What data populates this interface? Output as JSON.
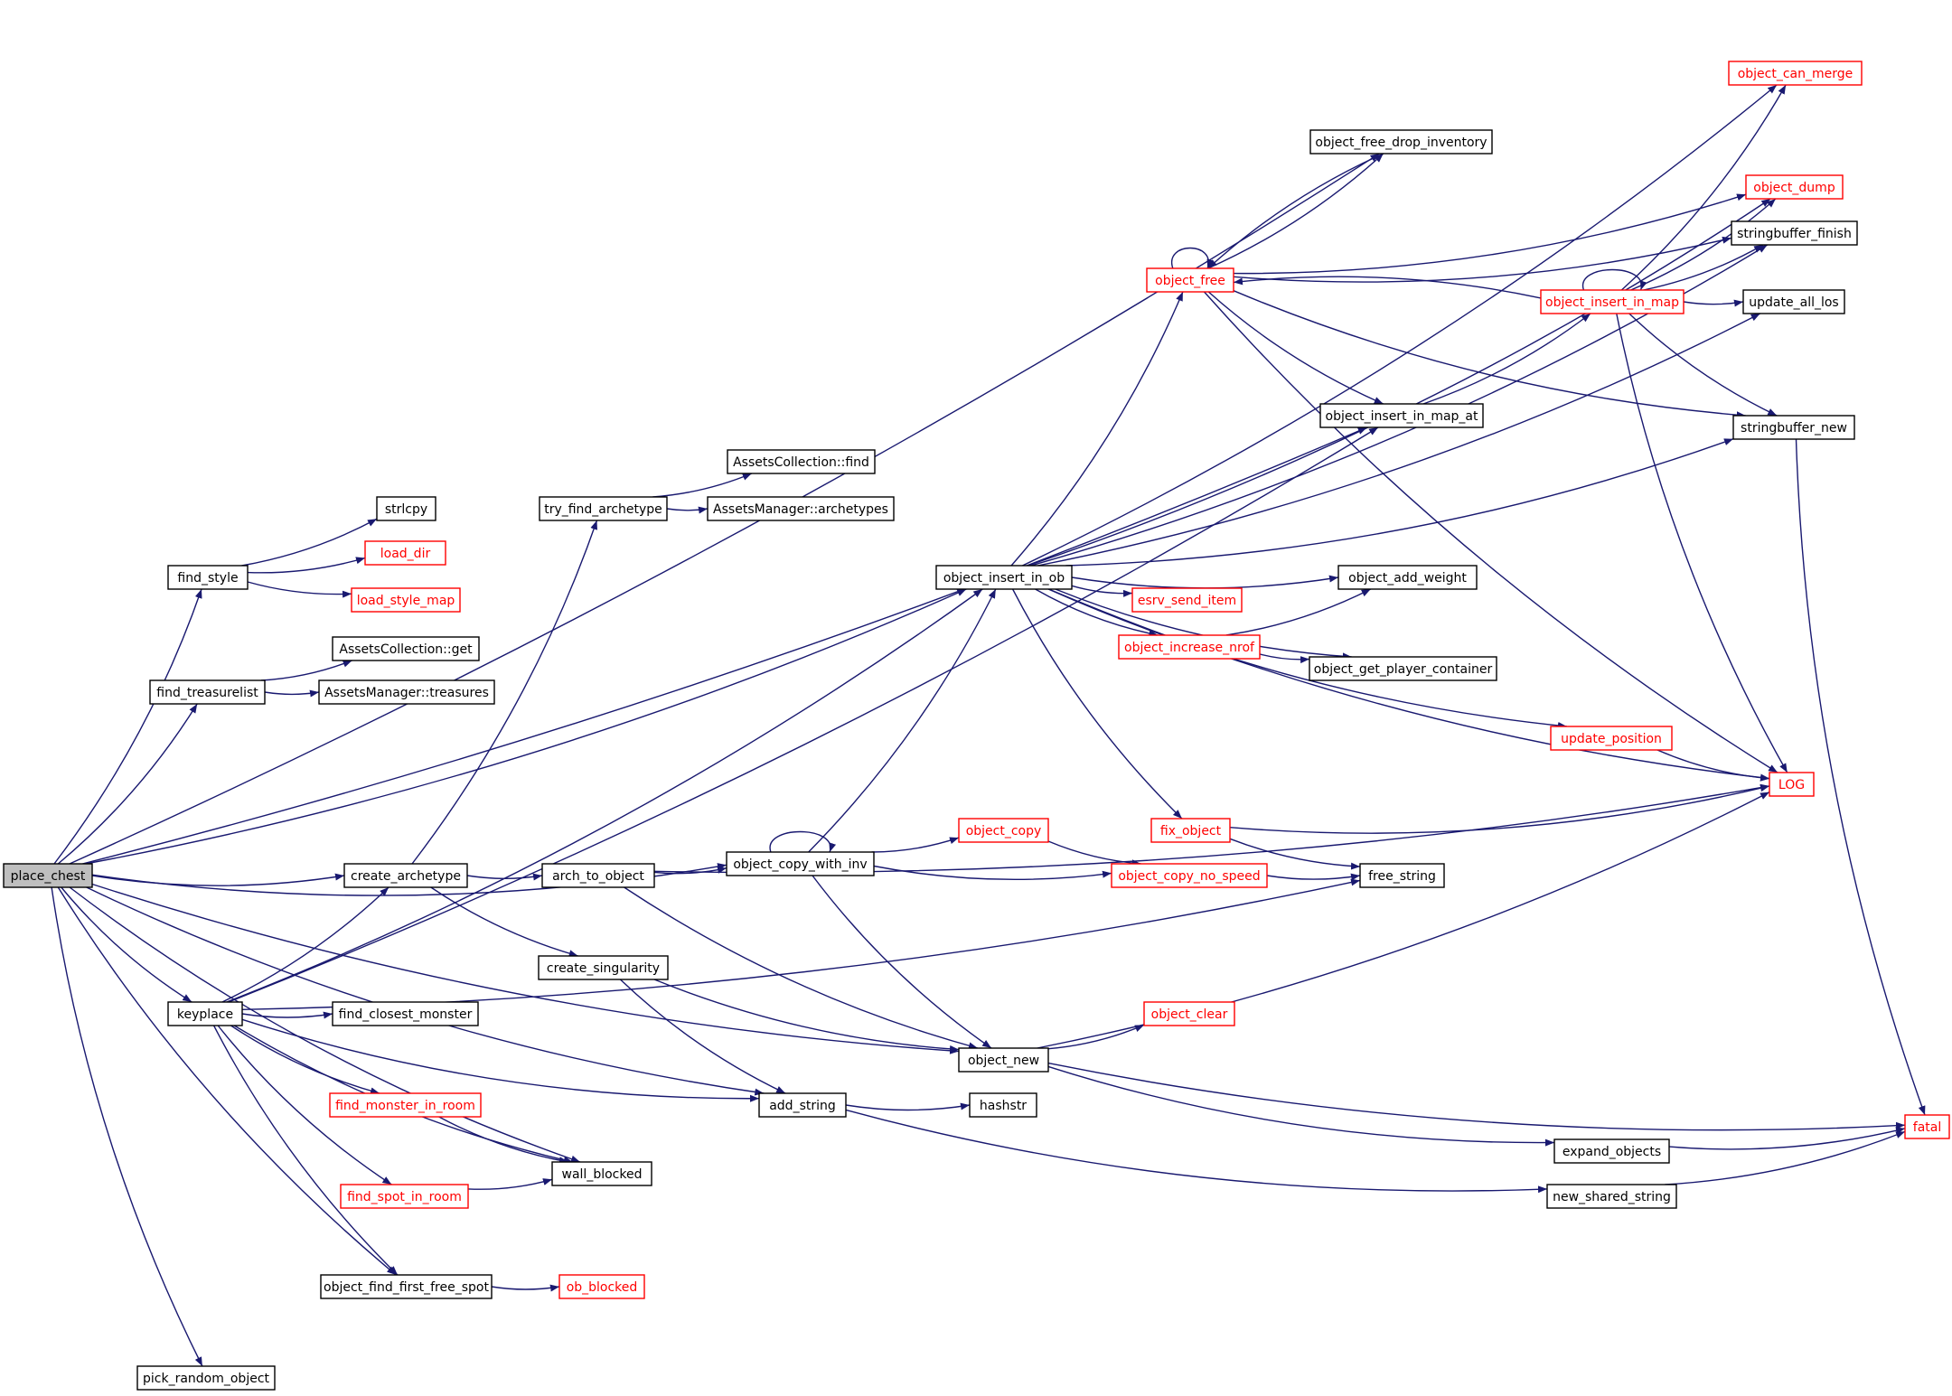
{
  "graph": {
    "root": "place_chest",
    "colors": {
      "edge": "#191970",
      "root_fill": "#bfbfbf",
      "node_border": "#000000",
      "truncated_border": "#ff0000"
    },
    "nodes": [
      {
        "id": "place_chest",
        "label": "place_chest",
        "status": "root"
      },
      {
        "id": "object_can_merge",
        "label": "object_can_merge",
        "status": "truncated"
      },
      {
        "id": "object_free_drop_inventory",
        "label": "object_free_drop_inventory",
        "status": "normal"
      },
      {
        "id": "object_dump",
        "label": "object_dump",
        "status": "truncated"
      },
      {
        "id": "stringbuffer_finish",
        "label": "stringbuffer_finish",
        "status": "normal"
      },
      {
        "id": "object_free",
        "label": "object_free",
        "status": "truncated"
      },
      {
        "id": "object_insert_in_map",
        "label": "object_insert_in_map",
        "status": "truncated"
      },
      {
        "id": "update_all_los",
        "label": "update_all_los",
        "status": "normal"
      },
      {
        "id": "object_insert_in_map_at",
        "label": "object_insert_in_map_at",
        "status": "normal"
      },
      {
        "id": "stringbuffer_new",
        "label": "stringbuffer_new",
        "status": "normal"
      },
      {
        "id": "AssetsCollection_find",
        "label": "AssetsCollection::find",
        "status": "normal"
      },
      {
        "id": "strlcpy",
        "label": "strlcpy",
        "status": "normal"
      },
      {
        "id": "try_find_archetype",
        "label": "try_find_archetype",
        "status": "normal"
      },
      {
        "id": "AssetsManager_archetypes",
        "label": "AssetsManager::archetypes",
        "status": "normal"
      },
      {
        "id": "load_dir",
        "label": "load_dir",
        "status": "truncated"
      },
      {
        "id": "find_style",
        "label": "find_style",
        "status": "normal"
      },
      {
        "id": "object_insert_in_ob",
        "label": "object_insert_in_ob",
        "status": "normal"
      },
      {
        "id": "object_add_weight",
        "label": "object_add_weight",
        "status": "normal"
      },
      {
        "id": "load_style_map",
        "label": "load_style_map",
        "status": "truncated"
      },
      {
        "id": "esrv_send_item",
        "label": "esrv_send_item",
        "status": "truncated"
      },
      {
        "id": "AssetsCollection_get",
        "label": "AssetsCollection::get",
        "status": "normal"
      },
      {
        "id": "object_increase_nrof",
        "label": "object_increase_nrof",
        "status": "truncated"
      },
      {
        "id": "find_treasurelist",
        "label": "find_treasurelist",
        "status": "normal"
      },
      {
        "id": "AssetsManager_treasures",
        "label": "AssetsManager::treasures",
        "status": "normal"
      },
      {
        "id": "object_get_player_container",
        "label": "object_get_player_container",
        "status": "normal"
      },
      {
        "id": "update_position",
        "label": "update_position",
        "status": "truncated"
      },
      {
        "id": "LOG",
        "label": "LOG",
        "status": "truncated"
      },
      {
        "id": "object_copy",
        "label": "object_copy",
        "status": "truncated"
      },
      {
        "id": "fix_object",
        "label": "fix_object",
        "status": "truncated"
      },
      {
        "id": "object_copy_with_inv",
        "label": "object_copy_with_inv",
        "status": "normal"
      },
      {
        "id": "create_archetype",
        "label": "create_archetype",
        "status": "normal"
      },
      {
        "id": "arch_to_object",
        "label": "arch_to_object",
        "status": "normal"
      },
      {
        "id": "object_copy_no_speed",
        "label": "object_copy_no_speed",
        "status": "truncated"
      },
      {
        "id": "free_string",
        "label": "free_string",
        "status": "normal"
      },
      {
        "id": "create_singularity",
        "label": "create_singularity",
        "status": "normal"
      },
      {
        "id": "keyplace",
        "label": "keyplace",
        "status": "normal"
      },
      {
        "id": "find_closest_monster",
        "label": "find_closest_monster",
        "status": "normal"
      },
      {
        "id": "object_clear",
        "label": "object_clear",
        "status": "truncated"
      },
      {
        "id": "object_new",
        "label": "object_new",
        "status": "normal"
      },
      {
        "id": "find_monster_in_room",
        "label": "find_monster_in_room",
        "status": "truncated"
      },
      {
        "id": "add_string",
        "label": "add_string",
        "status": "normal"
      },
      {
        "id": "hashstr",
        "label": "hashstr",
        "status": "normal"
      },
      {
        "id": "fatal",
        "label": "fatal",
        "status": "truncated"
      },
      {
        "id": "expand_objects",
        "label": "expand_objects",
        "status": "normal"
      },
      {
        "id": "wall_blocked",
        "label": "wall_blocked",
        "status": "normal"
      },
      {
        "id": "find_spot_in_room",
        "label": "find_spot_in_room",
        "status": "truncated"
      },
      {
        "id": "new_shared_string",
        "label": "new_shared_string",
        "status": "normal"
      },
      {
        "id": "object_find_first_free_spot",
        "label": "object_find_first_free_spot",
        "status": "normal"
      },
      {
        "id": "ob_blocked",
        "label": "ob_blocked",
        "status": "truncated"
      },
      {
        "id": "pick_random_object",
        "label": "pick_random_object",
        "status": "normal"
      }
    ],
    "edges": [
      [
        "place_chest",
        "object_free_drop_inventory"
      ],
      [
        "place_chest",
        "object_insert_in_map_at"
      ],
      [
        "place_chest",
        "object_insert_in_ob"
      ],
      [
        "place_chest",
        "find_style"
      ],
      [
        "place_chest",
        "find_treasurelist"
      ],
      [
        "place_chest",
        "object_copy_with_inv"
      ],
      [
        "place_chest",
        "create_archetype"
      ],
      [
        "place_chest",
        "keyplace"
      ],
      [
        "place_chest",
        "add_string"
      ],
      [
        "place_chest",
        "wall_blocked"
      ],
      [
        "place_chest",
        "object_find_first_free_spot"
      ],
      [
        "place_chest",
        "object_new"
      ],
      [
        "place_chest",
        "pick_random_object"
      ],
      [
        "find_style",
        "strlcpy"
      ],
      [
        "find_style",
        "load_dir"
      ],
      [
        "find_style",
        "load_style_map"
      ],
      [
        "find_treasurelist",
        "AssetsCollection_get"
      ],
      [
        "find_treasurelist",
        "AssetsManager_treasures"
      ],
      [
        "try_find_archetype",
        "AssetsCollection_find"
      ],
      [
        "try_find_archetype",
        "AssetsManager_archetypes"
      ],
      [
        "keyplace",
        "object_insert_in_map_at"
      ],
      [
        "keyplace",
        "object_insert_in_ob"
      ],
      [
        "keyplace",
        "create_archetype"
      ],
      [
        "keyplace",
        "free_string"
      ],
      [
        "keyplace",
        "find_closest_monster"
      ],
      [
        "keyplace",
        "add_string"
      ],
      [
        "keyplace",
        "find_monster_in_room"
      ],
      [
        "keyplace",
        "wall_blocked"
      ],
      [
        "keyplace",
        "find_spot_in_room"
      ],
      [
        "keyplace",
        "object_find_first_free_spot"
      ],
      [
        "create_archetype",
        "try_find_archetype"
      ],
      [
        "create_archetype",
        "arch_to_object"
      ],
      [
        "create_archetype",
        "create_singularity"
      ],
      [
        "arch_to_object",
        "object_copy_with_inv"
      ],
      [
        "arch_to_object",
        "object_new"
      ],
      [
        "arch_to_object",
        "LOG"
      ],
      [
        "create_singularity",
        "add_string"
      ],
      [
        "create_singularity",
        "object_new"
      ],
      [
        "find_monster_in_room",
        "wall_blocked"
      ],
      [
        "find_spot_in_room",
        "wall_blocked"
      ],
      [
        "object_find_first_free_spot",
        "ob_blocked"
      ],
      [
        "object_copy_with_inv",
        "object_copy_with_inv"
      ],
      [
        "object_copy_with_inv",
        "object_insert_in_ob"
      ],
      [
        "object_copy_with_inv",
        "object_copy"
      ],
      [
        "object_copy_with_inv",
        "object_copy_no_speed"
      ],
      [
        "object_copy_with_inv",
        "object_new"
      ],
      [
        "object_copy",
        "object_copy_no_speed"
      ],
      [
        "object_copy_no_speed",
        "free_string"
      ],
      [
        "object_new",
        "object_clear"
      ],
      [
        "object_new",
        "LOG"
      ],
      [
        "object_new",
        "fatal"
      ],
      [
        "object_new",
        "expand_objects"
      ],
      [
        "add_string",
        "hashstr"
      ],
      [
        "add_string",
        "new_shared_string"
      ],
      [
        "expand_objects",
        "fatal"
      ],
      [
        "new_shared_string",
        "fatal"
      ],
      [
        "object_insert_in_ob",
        "object_can_merge"
      ],
      [
        "object_insert_in_ob",
        "object_dump"
      ],
      [
        "object_insert_in_ob",
        "stringbuffer_finish"
      ],
      [
        "object_insert_in_ob",
        "object_free"
      ],
      [
        "object_insert_in_ob",
        "update_all_los"
      ],
      [
        "object_insert_in_ob",
        "stringbuffer_new"
      ],
      [
        "object_insert_in_ob",
        "object_add_weight"
      ],
      [
        "object_insert_in_ob",
        "esrv_send_item"
      ],
      [
        "object_insert_in_ob",
        "object_increase_nrof"
      ],
      [
        "object_insert_in_ob",
        "object_get_player_container"
      ],
      [
        "object_insert_in_ob",
        "update_position"
      ],
      [
        "object_insert_in_ob",
        "LOG"
      ],
      [
        "object_insert_in_ob",
        "fix_object"
      ],
      [
        "object_increase_nrof",
        "object_add_weight"
      ],
      [
        "object_increase_nrof",
        "object_get_player_container"
      ],
      [
        "update_position",
        "LOG"
      ],
      [
        "fix_object",
        "LOG"
      ],
      [
        "fix_object",
        "free_string"
      ],
      [
        "object_free",
        "object_free"
      ],
      [
        "object_free",
        "object_free_drop_inventory"
      ],
      [
        "object_free",
        "object_dump"
      ],
      [
        "object_free",
        "stringbuffer_finish"
      ],
      [
        "object_free",
        "object_insert_in_map_at"
      ],
      [
        "object_free",
        "stringbuffer_new"
      ],
      [
        "object_free",
        "LOG"
      ],
      [
        "object_free_drop_inventory",
        "object_free"
      ],
      [
        "object_insert_in_map_at",
        "object_insert_in_map"
      ],
      [
        "object_insert_in_map",
        "object_insert_in_map"
      ],
      [
        "object_insert_in_map",
        "object_can_merge"
      ],
      [
        "object_insert_in_map",
        "object_dump"
      ],
      [
        "object_insert_in_map",
        "stringbuffer_finish"
      ],
      [
        "object_insert_in_map",
        "object_free"
      ],
      [
        "object_insert_in_map",
        "update_all_los"
      ],
      [
        "object_insert_in_map",
        "stringbuffer_new"
      ],
      [
        "object_insert_in_map",
        "LOG"
      ],
      [
        "stringbuffer_new",
        "fatal"
      ]
    ]
  }
}
